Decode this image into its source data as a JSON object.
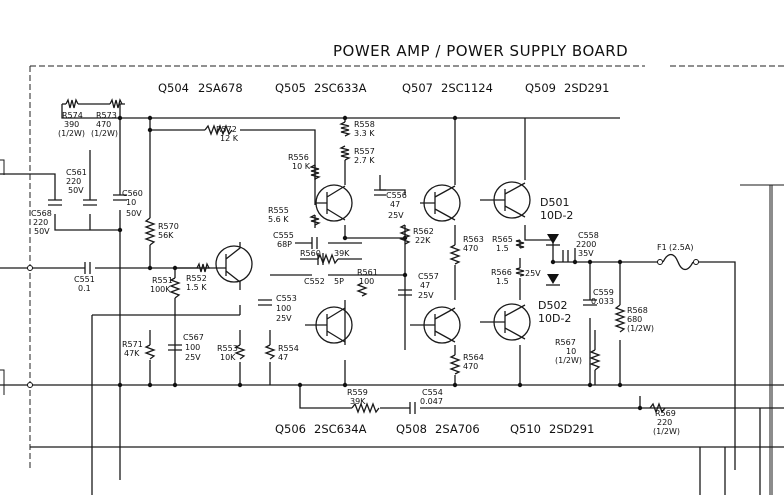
{
  "board_title": "POWER AMP / POWER SUPPLY BOARD",
  "transistors": [
    {
      "ref": "Q504",
      "type": "2SA678"
    },
    {
      "ref": "Q505",
      "type": "2SC633A"
    },
    {
      "ref": "Q507",
      "type": "2SC1124"
    },
    {
      "ref": "Q509",
      "type": "2SD291"
    },
    {
      "ref": "Q506",
      "type": "2SC634A"
    },
    {
      "ref": "Q508",
      "type": "2SA706"
    },
    {
      "ref": "Q510",
      "type": "2SD291"
    }
  ],
  "resistors": [
    {
      "ref": "R574",
      "value": "390",
      "rating": "(1/2W)"
    },
    {
      "ref": "R573",
      "value": "470",
      "rating": "(1/2W)"
    },
    {
      "ref": "R572",
      "value": "12 K"
    },
    {
      "ref": "R558",
      "value": "3.3 K"
    },
    {
      "ref": "R557",
      "value": "2.7 K"
    },
    {
      "ref": "R556",
      "value": "10 K"
    },
    {
      "ref": "R555",
      "value": "5.6 K"
    },
    {
      "ref": "R570",
      "value": "56K"
    },
    {
      "ref": "R551",
      "value": "100K"
    },
    {
      "ref": "R552",
      "value": "1.5 K"
    },
    {
      "ref": "R560",
      "value": "39K"
    },
    {
      "ref": "R561",
      "value": "100"
    },
    {
      "ref": "R562",
      "value": "22K"
    },
    {
      "ref": "R563",
      "value": "470"
    },
    {
      "ref": "R565",
      "value": "1.5"
    },
    {
      "ref": "R566",
      "value": "1.5"
    },
    {
      "ref": "R571",
      "value": "47K"
    },
    {
      "ref": "R553",
      "value": "10K"
    },
    {
      "ref": "R554",
      "value": "47"
    },
    {
      "ref": "R564",
      "value": "470"
    },
    {
      "ref": "R559",
      "value": "39K"
    },
    {
      "ref": "R567",
      "value": "10",
      "rating": "(1/2W)"
    },
    {
      "ref": "R568",
      "value": "680",
      "rating": "(1/2W)"
    },
    {
      "ref": "R569",
      "value": "220",
      "rating": "(1/2W)"
    }
  ],
  "capacitors": [
    {
      "ref": "C561",
      "value": "220",
      "voltage": "50V"
    },
    {
      "ref": "C568",
      "value": "220",
      "voltage": "50V"
    },
    {
      "ref": "C560",
      "value": "10",
      "voltage": "50V"
    },
    {
      "ref": "C551",
      "value": "0.1"
    },
    {
      "ref": "C555",
      "value": "68P"
    },
    {
      "ref": "C556",
      "value": "47",
      "voltage": "25V"
    },
    {
      "ref": "C552",
      "value": "5P"
    },
    {
      "ref": "C553",
      "value": "100",
      "voltage": "25V"
    },
    {
      "ref": "C557",
      "value": "47",
      "voltage": "25V"
    },
    {
      "ref": "C567",
      "value": "100",
      "voltage": "25V"
    },
    {
      "ref": "C558",
      "value": "2200",
      "voltage": "35V"
    },
    {
      "ref": "C559",
      "value": "0.033"
    },
    {
      "ref": "C554",
      "value": "0.047"
    }
  ],
  "diodes": [
    {
      "ref": "D501",
      "type": "10D-2"
    },
    {
      "ref": "D502",
      "type": "10D-2"
    }
  ],
  "fuse": {
    "ref": "F1",
    "rating": "(2.5A)"
  },
  "voltage_marks": {
    "v_out": "25V"
  },
  "colors": {
    "ink": "#111111",
    "paper": "#ffffff"
  }
}
